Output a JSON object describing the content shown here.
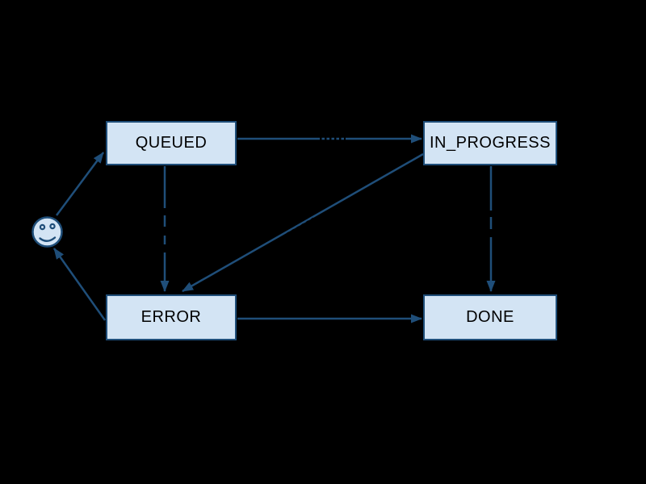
{
  "diagram": {
    "type": "state-machine",
    "nodes": [
      {
        "id": "start",
        "shape": "smiley-face",
        "label": ""
      },
      {
        "id": "queued",
        "shape": "rect",
        "label": "QUEUED"
      },
      {
        "id": "in_progress",
        "shape": "rect",
        "label": "IN_PROGRESS"
      },
      {
        "id": "error",
        "shape": "rect",
        "label": "ERROR"
      },
      {
        "id": "done",
        "shape": "rect",
        "label": "DONE"
      }
    ],
    "edges": [
      {
        "from": "start",
        "to": "queued",
        "label_obscured": false
      },
      {
        "from": "queued",
        "to": "in_progress",
        "label_obscured": true
      },
      {
        "from": "queued",
        "to": "error",
        "label_obscured": true
      },
      {
        "from": "in_progress",
        "to": "error",
        "label_obscured": true
      },
      {
        "from": "in_progress",
        "to": "done",
        "label_obscured": true
      },
      {
        "from": "error",
        "to": "done",
        "label_obscured": false
      },
      {
        "from": "error",
        "to": "start",
        "label_obscured": false
      }
    ],
    "colors": {
      "background": "#000000",
      "node_fill": "#d3e4f4",
      "node_border": "#1f4e79",
      "edge": "#1f4e79",
      "node_text": "#000000"
    }
  }
}
